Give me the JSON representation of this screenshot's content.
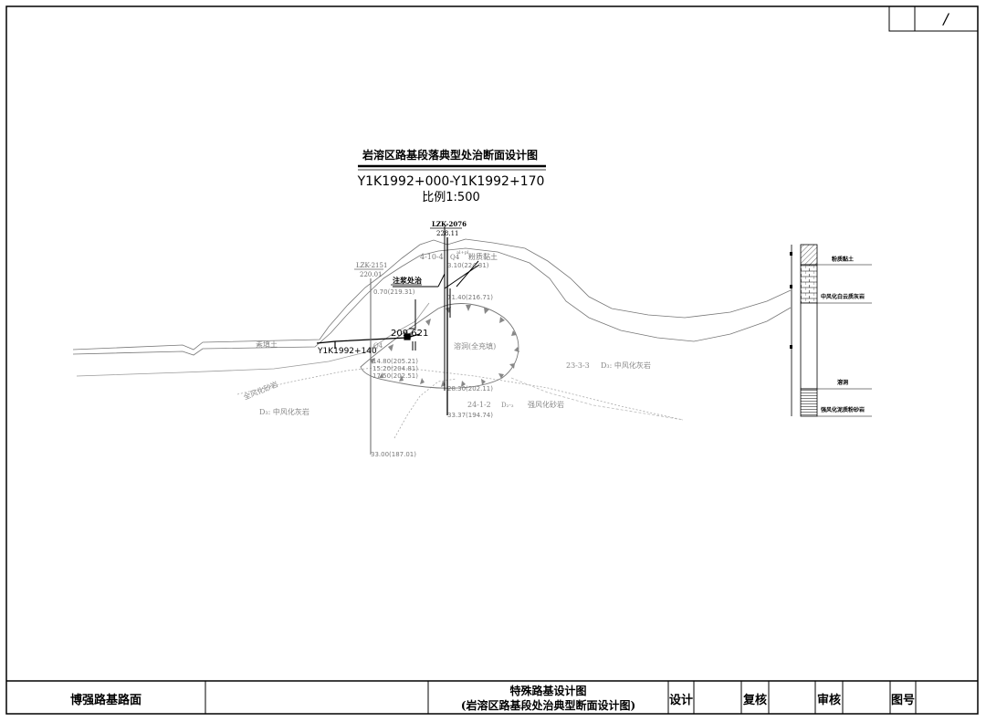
{
  "sheet_counter": "/",
  "drawing": {
    "title": "岩溶区路基段落典型处治断面设计图",
    "chainage_range": "Y1K1992+000-Y1K1992+170",
    "scale": "比例1:500"
  },
  "boreholes": [
    {
      "id": "LZK-2076",
      "elev": "228.11"
    },
    {
      "id": "LZK-2151",
      "elev": "220.01"
    }
  ],
  "labels": {
    "grouting": "注浆处治",
    "design_elev": "209.621",
    "station": "Y1K1992+140",
    "fill_soil": "素填土",
    "strata_4104": "4-10-4",
    "silty_clay": "粉质黏土",
    "q4": "Q4",
    "q4_sup": "al+pl",
    "karst_cave": "溶洞(全充填)",
    "strata_2333": "23-3-3",
    "d3_moderate_limestone": "D₃: 中风化灰岩",
    "strata_2412": "24-1-2",
    "d2_strong_sandstone_code": "D₂-₃",
    "strong_sandstone": "强风化砂岩",
    "fully_weathered_sandstone": "全风化砂岩",
    "d3_left": "D₃: 中风化灰岩",
    "q4_small": "Q4"
  },
  "elevations": [
    "3.10(224.31)",
    "0.70(219.31)",
    "11.40(216.71)",
    "14.80(205.21)",
    "15.20(204.81)",
    "17.50(202.51)",
    "28.30(202.11)",
    "33.37(194.74)",
    "33.00(187.01)"
  ],
  "legend": [
    {
      "label": "粉质黏土"
    },
    {
      "label": "中风化白云质灰岩"
    },
    {
      "label": "溶洞"
    },
    {
      "label": "强风化泥质粉砂岩"
    }
  ],
  "title_block": {
    "project": "博强路基路面",
    "blank": "",
    "drawing_name_1": "特殊路基设计图",
    "drawing_name_2": "(岩溶区路基段处治典型断面设计图)",
    "design": "设计",
    "check": "复核",
    "review": "审核",
    "drawing_no": "图号"
  }
}
